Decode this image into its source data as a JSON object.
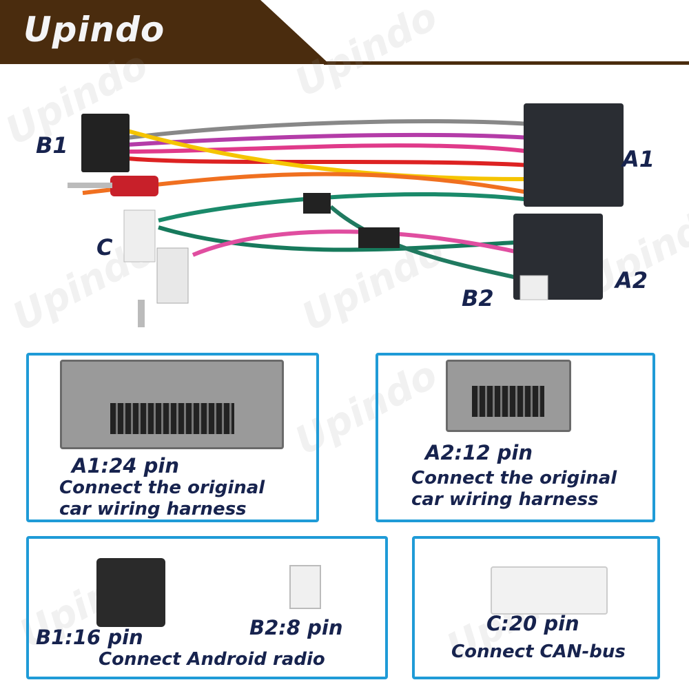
{
  "brand": "Upindo",
  "watermark": "Upindo",
  "harness_labels": {
    "b1": "B1",
    "a1": "A1",
    "c": "C",
    "a2": "A2",
    "b2": "B2"
  },
  "panels": [
    {
      "title": "A1:24 pin",
      "line1": "Connect the original",
      "line2": "car wiring harness"
    },
    {
      "title": "A2:12 pin",
      "line1": "Connect the original",
      "line2": "car wiring harness"
    },
    {
      "title_b1": "B1:16 pin",
      "title_b2": "B2:8 pin",
      "line1": "Connect Android radio"
    },
    {
      "title": "C:20 pin",
      "line1": "Connect CAN-bus"
    }
  ],
  "colors": {
    "brand": "#4a2c0e",
    "panel_border": "#1f9bd7",
    "label_text": "#17234e"
  }
}
